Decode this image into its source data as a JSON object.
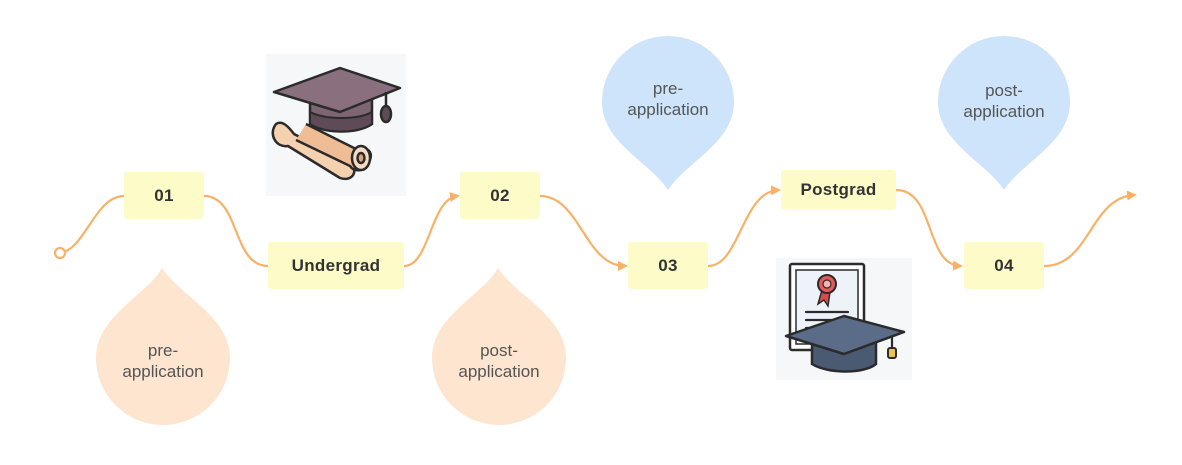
{
  "flow": {
    "nodes": [
      {
        "id": "n01",
        "label": "01"
      },
      {
        "id": "n-undergrad",
        "label": "Undergrad"
      },
      {
        "id": "n02",
        "label": "02"
      },
      {
        "id": "n03",
        "label": "03"
      },
      {
        "id": "n-postgrad",
        "label": "Postgrad"
      },
      {
        "id": "n04",
        "label": "04"
      }
    ]
  },
  "bubbles": [
    {
      "line1": "pre-",
      "line2": "application",
      "color": "#fde5d0"
    },
    {
      "line1": "post-",
      "line2": "application",
      "color": "#fde5d0"
    },
    {
      "line1": "pre-",
      "line2": "application",
      "color": "#cde4fb"
    },
    {
      "line1": "post-",
      "line2": "application",
      "color": "#cde4fb"
    }
  ],
  "icons": {
    "undergrad": "graduation-cap-diploma-icon",
    "postgrad": "certificate-graduation-cap-icon"
  },
  "colors": {
    "connector": "#f7b267",
    "node_fill": "#fdfcc9",
    "bubble_peach": "#fde5d0",
    "bubble_blue": "#cde4fb"
  }
}
